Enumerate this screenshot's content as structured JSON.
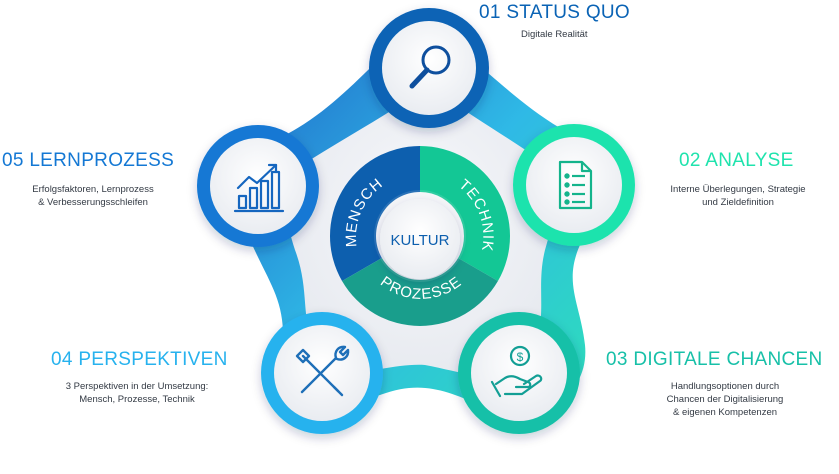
{
  "diagram": {
    "center": {
      "label": "KULTUR"
    },
    "ring_segments": [
      {
        "label": "MENSCH",
        "color": "#0d5fae"
      },
      {
        "label": "TECHNIK",
        "color": "#13c795"
      },
      {
        "label": "PROZESSE",
        "color": "#199e8c"
      }
    ],
    "steps": [
      {
        "number_title": "01 STATUS QUO",
        "description": [
          "Digitale Realität"
        ],
        "icon": "search-icon",
        "color": "#0a63b5"
      },
      {
        "number_title": "02 ANALYSE",
        "description": [
          "Interne Überlegungen, Strategie",
          "und Zieldefinition"
        ],
        "icon": "document-checklist-icon",
        "color": "#1fe3ad"
      },
      {
        "number_title": "03 DIGITALE CHANCEN",
        "description": [
          "Handlungsoptionen durch",
          "Chancen der Digitalisierung",
          "& eigenen Kompetenzen"
        ],
        "icon": "hand-coin-icon",
        "color": "#17c0a8"
      },
      {
        "number_title": "04 PERSPEKTIVEN",
        "description": [
          "3 Perspektiven in der Umsetzung:",
          "Mensch, Prozesse, Technik"
        ],
        "icon": "tools-icon",
        "color": "#27b2ee"
      },
      {
        "number_title": "05 LERNPROZESS",
        "description": [
          "Erfolgsfaktoren, Lernprozess",
          "& Verbesserungsschleifen"
        ],
        "icon": "bar-chart-growth-icon",
        "color": "#1478d4"
      }
    ]
  }
}
